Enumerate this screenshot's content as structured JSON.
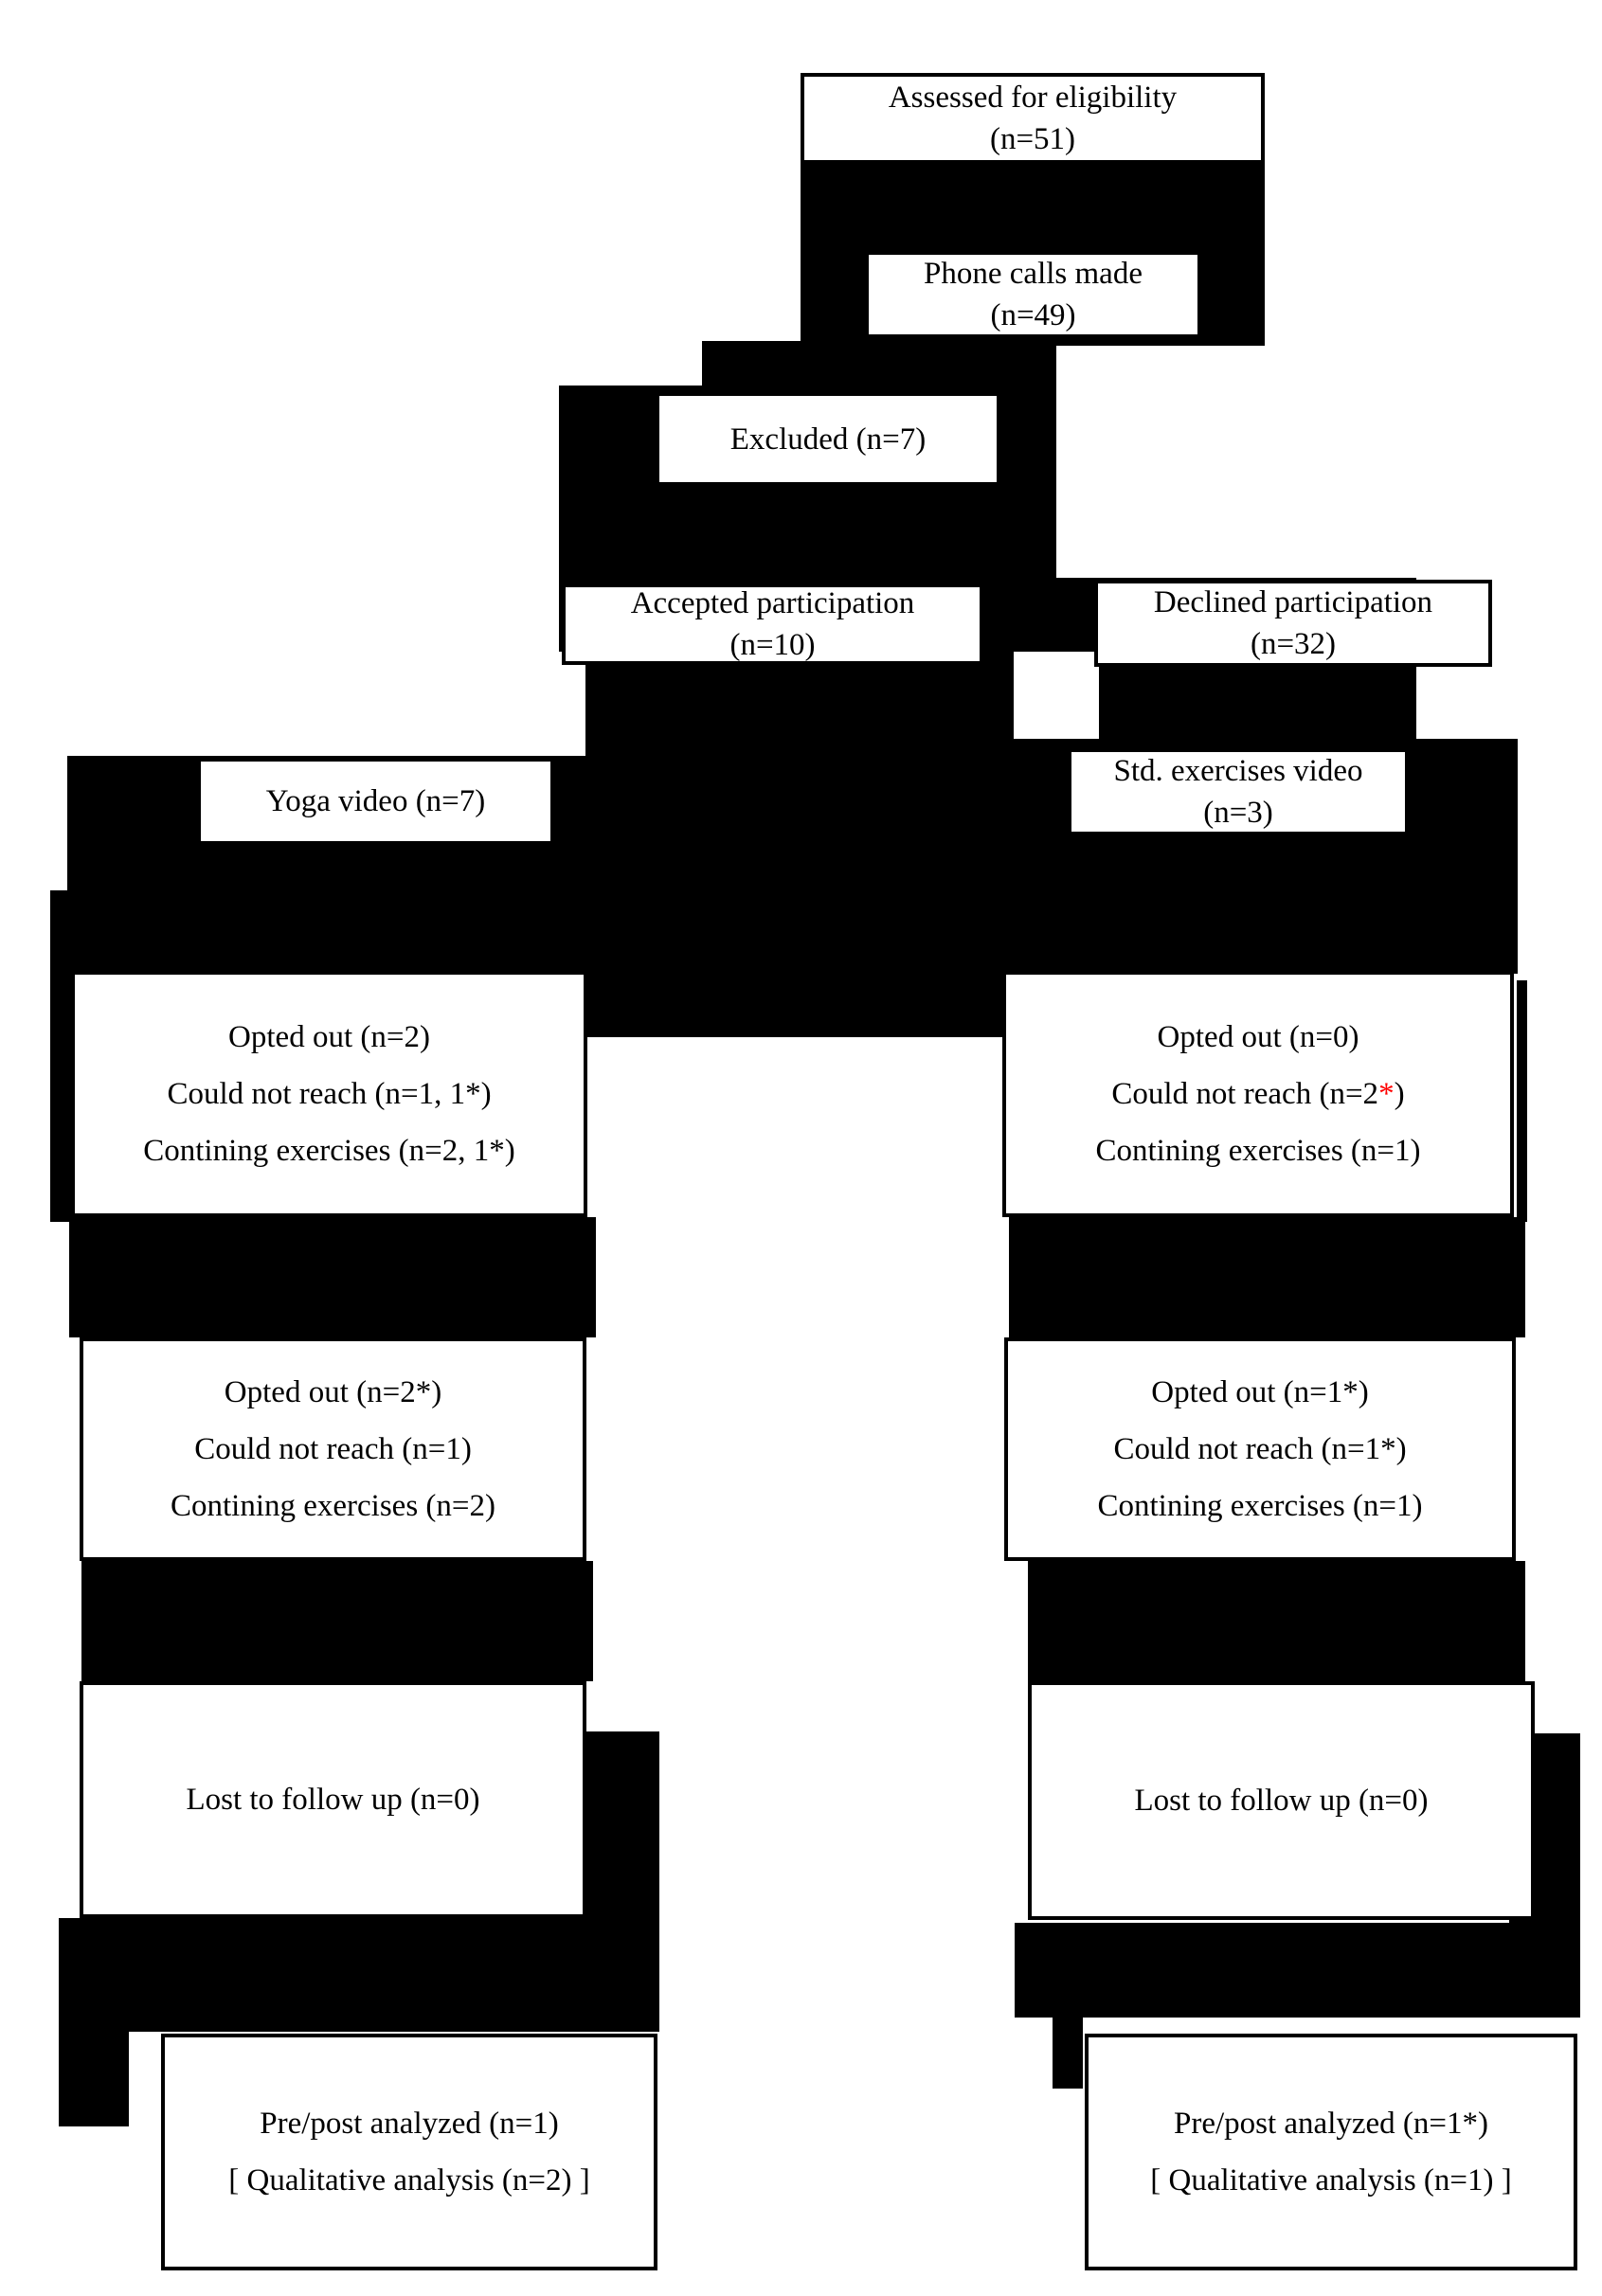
{
  "colors": {
    "box_background": "#ffffff",
    "connector": "#000000",
    "text": "#000000",
    "highlight_asterisk": "#ff0000"
  },
  "boxes": {
    "assessed": {
      "lines": [
        "Assessed for eligibility",
        "(n=51)"
      ]
    },
    "phone": {
      "lines": [
        "Phone calls made",
        "(n=49)"
      ]
    },
    "excluded": {
      "lines": [
        "Excluded (n=7)"
      ]
    },
    "accepted": {
      "lines": [
        "Accepted participation",
        "(n=10)"
      ]
    },
    "declined": {
      "lines": [
        "Declined participation",
        "(n=32)"
      ]
    },
    "yoga": {
      "lines": [
        "Yoga video (n=7)"
      ]
    },
    "std": {
      "lines": [
        "Std. exercises video",
        "(n=3)"
      ]
    },
    "yoga_t1": {
      "lines": [
        "Opted out (n=2)",
        "Could not reach (n=1, 1*)",
        "Contining exercises (n=2, 1*)"
      ]
    },
    "std_t1": {
      "line1": "Opted out (n=0)",
      "line2_pre": "Could not reach (n=2",
      "line2_star": "*",
      "line2_post": ")",
      "line3": "Contining exercises (n=1)"
    },
    "yoga_t2": {
      "lines": [
        "Opted out (n=2*)",
        "Could not reach (n=1)",
        "Contining exercises (n=2)"
      ]
    },
    "std_t2": {
      "lines": [
        "Opted out (n=1*)",
        "Could not reach (n=1*)",
        "Contining exercises (n=1)"
      ]
    },
    "yoga_lost": {
      "lines": [
        "Lost to follow up (n=0)"
      ]
    },
    "std_lost": {
      "lines": [
        "Lost to follow up (n=0)"
      ]
    },
    "yoga_final": {
      "lines": [
        "Pre/post analyzed (n=1)",
        "[ Qualitative analysis (n=2) ]"
      ]
    },
    "std_final": {
      "lines": [
        "Pre/post analyzed (n=1*)",
        "[ Qualitative analysis (n=1) ]"
      ]
    }
  }
}
